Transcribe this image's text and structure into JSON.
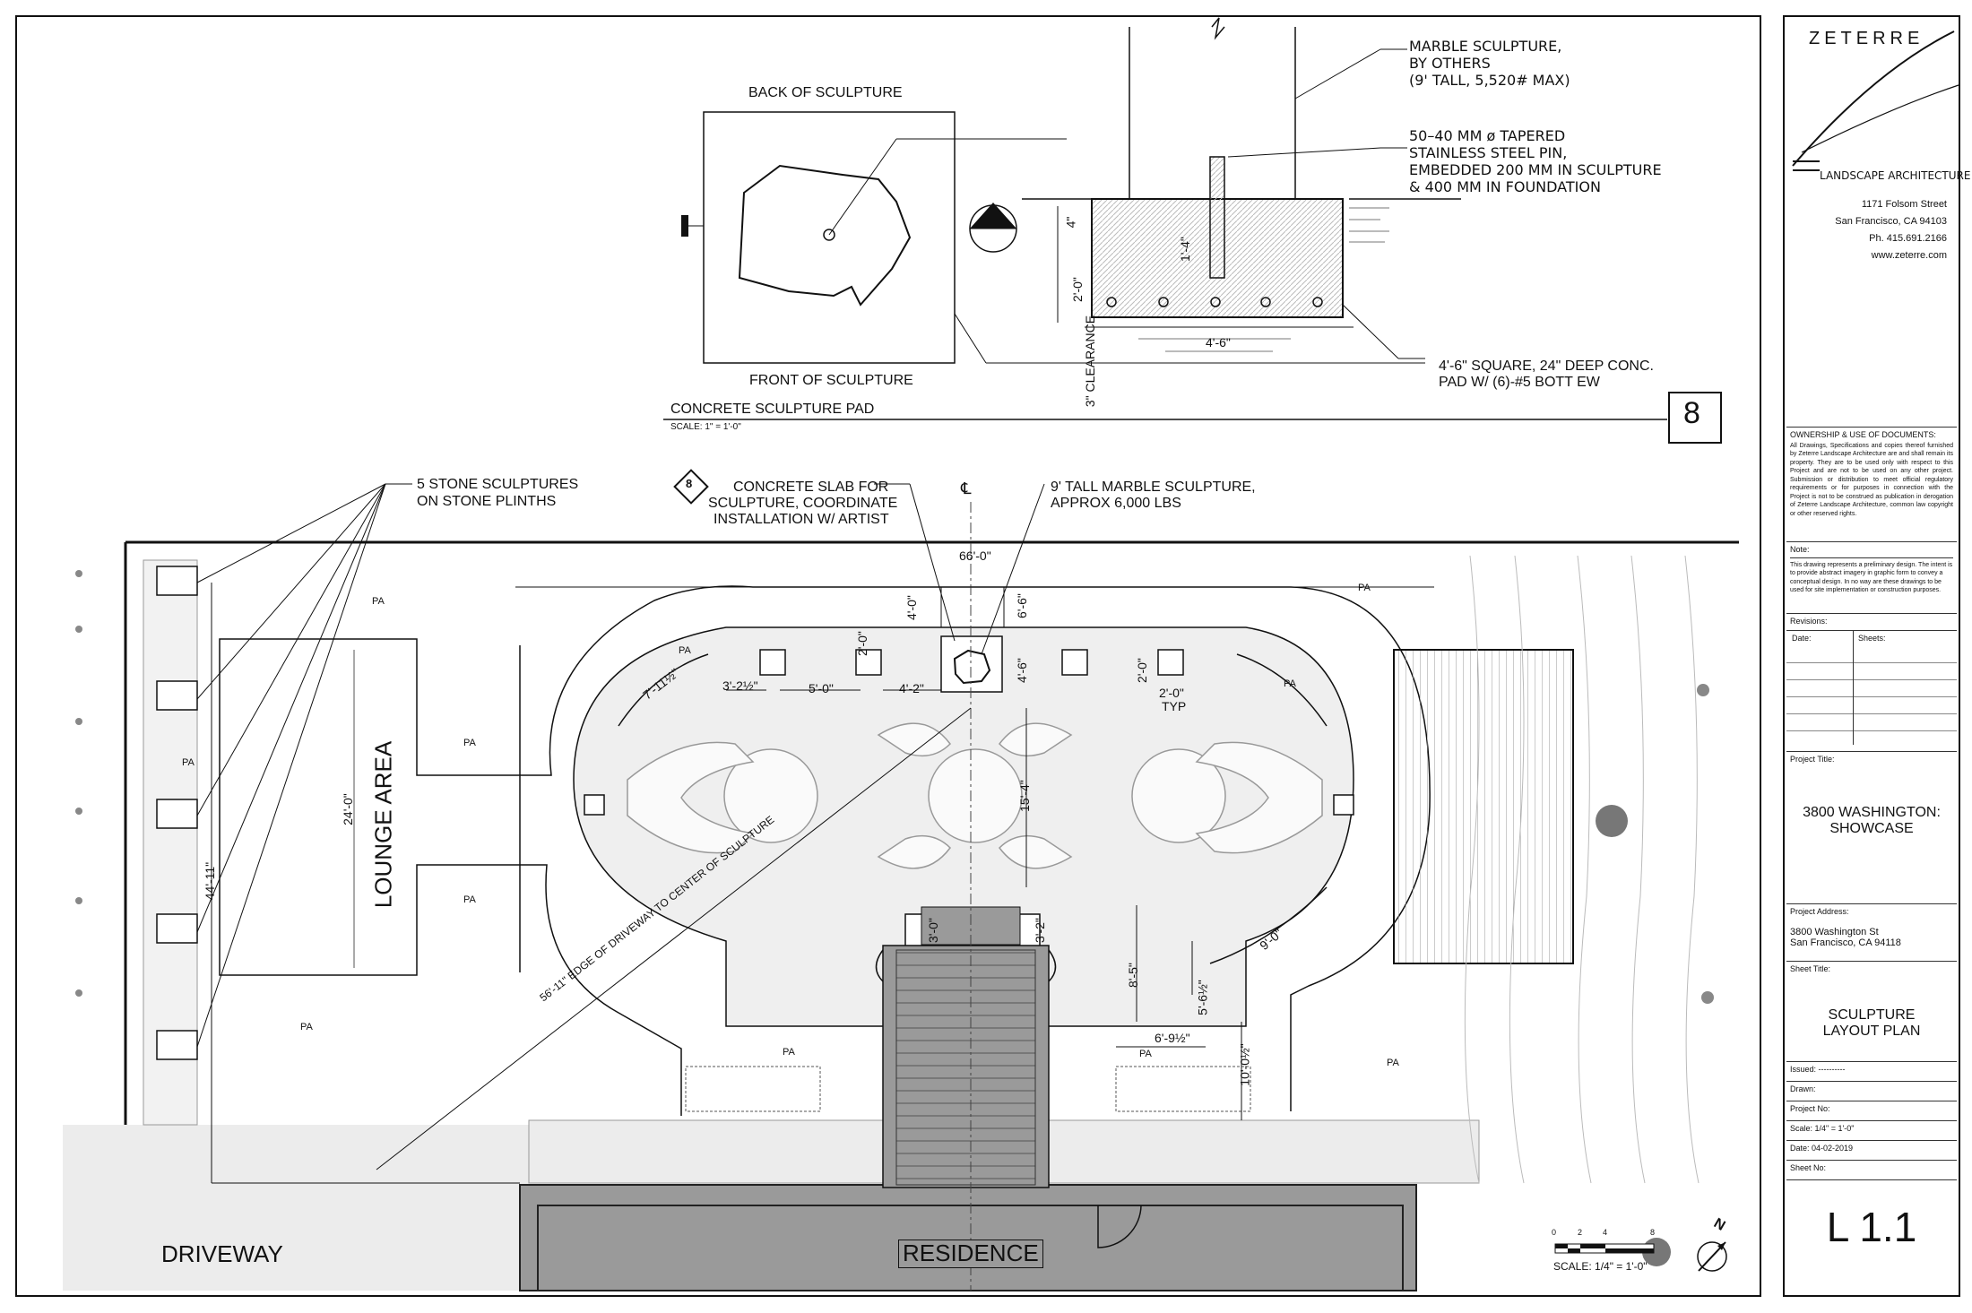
{
  "firm": {
    "name": "ZETERRE",
    "subtitle": "LANDSCAPE ARCHITECTURE",
    "address1": "1171 Folsom Street",
    "address2": "San Francisco, CA 94103",
    "phone": "Ph.  415.691.2166",
    "web": "www.zeterre.com"
  },
  "ownership": {
    "title": "OWNERSHIP & USE OF DOCUMENTS:",
    "body": "All Drawings, Specifications and copies thereof furnished by Zeterre Landscape Architecture are and shall remain its property. They are to be used only with respect to this Project and are not to be used on any other project. Submission or distribution to meet official regulatory requirements or for purposes in connection with the Project is not to be construed as publication in derogation of Zeterre Landscape Architecture, common law copyright or other reserved rights."
  },
  "note": {
    "label": "Note:",
    "body": "This drawing represents a preliminary design. The intent is to provide abstract imagery in graphic form to convey a conceptual design. In no way are these drawings to be used for site implementation or construction purposes."
  },
  "revisions": {
    "label": "Revisions:",
    "date_col": "Date:",
    "sheets_col": "Sheets:"
  },
  "project": {
    "title_label": "Project Title:",
    "title_line1": "3800 WASHINGTON:",
    "title_line2": "SHOWCASE",
    "address_label": "Project Address:",
    "address1": "3800 Washington St",
    "address2": "San Francisco, CA 94118",
    "sheet_title_label": "Sheet Title:",
    "sheet_title1": "SCULPTURE",
    "sheet_title2": "LAYOUT PLAN",
    "issued": "Issued:   ----------",
    "drawn": "Drawn:",
    "project_no": "Project No:",
    "scale": "Scale:   1/4\" = 1'-0\"",
    "date": "Date:     04-02-2019",
    "sheet_no_label": "Sheet No:",
    "sheet_no": "L 1.1"
  },
  "detail": {
    "back": "BACK OF SCULPTURE",
    "front": "FRONT OF SCULPTURE",
    "marble1": "MARBLE SCULPTURE,",
    "marble2": "BY OTHERS",
    "marble3": "(9' TALL, 5,520# MAX)",
    "pin1": "50–40 MM ø TAPERED",
    "pin2": "STAINLESS STEEL PIN,",
    "pin3": "EMBEDDED 200 MM IN SCULPTURE",
    "pin4": "& 400 MM IN FOUNDATION",
    "pad1": "4'-6\" SQUARE, 24\" DEEP CONC.",
    "pad2": "PAD W/ (6)-#5 BOTT EW",
    "dim_4": "4\"",
    "dim_1_4": "1'-4\"",
    "dim_2_0": "2'-0\"",
    "clearance": "3\" CLEARANCE",
    "dim_4_6": "4'-6\"",
    "title": "CONCRETE SCULPTURE PAD",
    "scale": "SCALE: 1\" = 1'-0\"",
    "number": "8"
  },
  "plan": {
    "stone_sculptures1": "5 STONE SCULPTURES",
    "stone_sculptures2": "ON STONE PLINTHS",
    "slab1": "CONCRETE SLAB FOR",
    "slab2": "SCULPTURE, COORDINATE",
    "slab3": "INSTALLATION W/ ARTIST",
    "slab_tag": "8",
    "marble1": "9' TALL MARBLE SCULPTURE,",
    "marble2": "APPROX 6,000 LBS",
    "centerline": "℄",
    "lounge": "LOUNGE AREA",
    "driveway": "DRIVEWAY",
    "residence": "RESIDENCE",
    "pa": "PA",
    "diag_note": "56'-11\" EDGE OF DRIVEWAY TO CENTER OF SCULPTURE",
    "dims": {
      "d66": "66'-0\"",
      "d4_0": "4'-0\"",
      "d6_6": "6'-6\"",
      "d2_0a": "2'-0\"",
      "d4_6": "4'-6\"",
      "d2_0b": "2'-0\"",
      "d7_11": "7'-11½\"",
      "d3_2": "3'-2½\"",
      "d5_0": "5'-0\"",
      "d4_2": "4'-2\"",
      "d2_0typ": "2'-0\"",
      "typ": "TYP",
      "d15_4": "15'-4\"",
      "d24_0": "24'-0\"",
      "d44_11": "44'-11\"",
      "d3_0": "3'-0\"",
      "d3_2b": "3'-2\"",
      "d8_5": "8'-5\"",
      "d5_6": "5'-6½\"",
      "d9_0": "9'-0\"",
      "d6_9": "6'-9½\"",
      "d10_0": "10'-0½\""
    }
  },
  "scalebar": {
    "ticks": [
      "0",
      "2",
      "4",
      "8"
    ],
    "label": "SCALE:  1/4\" = 1'-0\"",
    "north": "N"
  }
}
